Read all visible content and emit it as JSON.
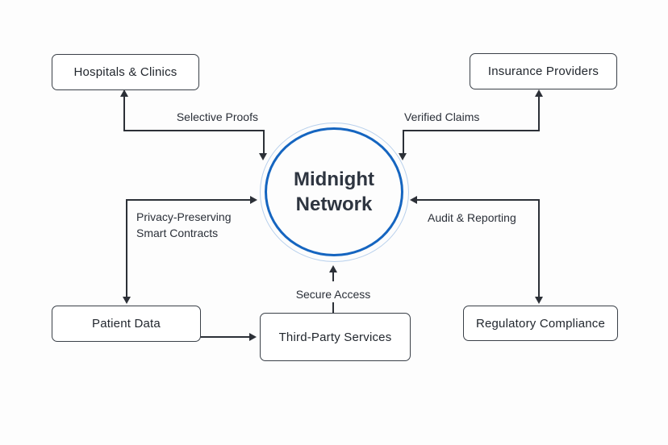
{
  "diagram": {
    "type": "network-diagram",
    "center": {
      "label": "Midnight Network",
      "ring_color": "#1565c0",
      "halo_color": "#b8d0ec"
    },
    "nodes": [
      {
        "id": "hospitals-clinics",
        "label": "Hospitals & Clinics"
      },
      {
        "id": "insurance-providers",
        "label": "Insurance Providers"
      },
      {
        "id": "patient-data",
        "label": "Patient Data"
      },
      {
        "id": "third-party-services",
        "label": "Third-Party Services"
      },
      {
        "id": "regulatory-compliance",
        "label": "Regulatory Compliance"
      }
    ],
    "edges": [
      {
        "id": "selective-proofs",
        "label": "Selective Proofs",
        "from": "midnight-network",
        "to": "hospitals-clinics",
        "bidirectional": true
      },
      {
        "id": "verified-claims",
        "label": "Verified Claims",
        "from": "midnight-network",
        "to": "insurance-providers",
        "bidirectional": true
      },
      {
        "id": "privacy-preserving-smart-contracts",
        "label": "Privacy-Preserving Smart Contracts",
        "from": "midnight-network",
        "to": "patient-data",
        "bidirectional": true
      },
      {
        "id": "audit-reporting",
        "label": "Audit & Reporting",
        "from": "midnight-network",
        "to": "regulatory-compliance",
        "bidirectional": true
      },
      {
        "id": "secure-access",
        "label": "Secure Access",
        "from": "third-party-services",
        "to": "midnight-network",
        "bidirectional": false
      },
      {
        "id": "patient-to-third-party",
        "label": "",
        "from": "patient-data",
        "to": "third-party-services",
        "bidirectional": false
      }
    ],
    "line_color": "#2c3037",
    "box_border_color": "#3a4048",
    "background_color": "#fdfdfd"
  }
}
